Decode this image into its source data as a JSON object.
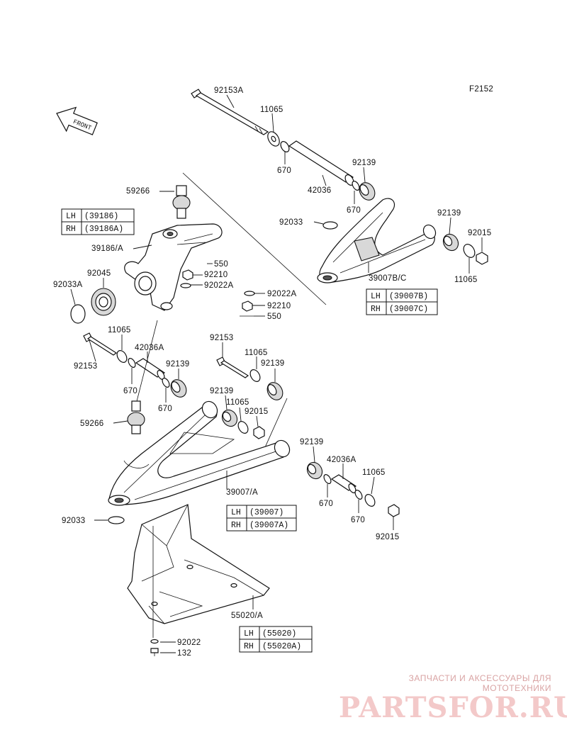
{
  "diagram_code": "F2152",
  "front_label": "FRONT",
  "labels": {
    "l_92153A": "92153A",
    "l_11065_top": "11065",
    "l_670_top": "670",
    "l_42036": "42036",
    "l_92139_top": "92139",
    "l_670_b": "670",
    "l_92139_r": "92139",
    "l_92015_top": "92015",
    "l_11065_r": "11065",
    "l_92033_top": "92033",
    "l_39007BC": "39007B/C",
    "l_59266_top": "59266",
    "l_39186A": "39186/A",
    "l_550_top": "550",
    "l_92210_top": "92210",
    "l_92022A_top": "92022A",
    "l_92045": "92045",
    "l_92033A": "92033A",
    "l_92022A_b": "92022A",
    "l_92210_b": "92210",
    "l_550_b": "550",
    "l_11065_mid": "11065",
    "l_42036A_l": "42036A",
    "l_92153_l": "92153",
    "l_92139_mid": "92139",
    "l_670_m1": "670",
    "l_670_m2": "670",
    "l_92153_c": "92153",
    "l_11065_c": "11065",
    "l_92139_c": "92139",
    "l_92139_c2": "92139",
    "l_11065_c2": "11065",
    "l_92015_c": "92015",
    "l_59266_b": "59266",
    "l_92139_r2": "92139",
    "l_42036A_r": "42036A",
    "l_11065_r2": "11065",
    "l_39007A": "39007/A",
    "l_670_r1": "670",
    "l_670_r2": "670",
    "l_92015_b": "92015",
    "l_92033_b": "92033",
    "l_55020A": "55020/A",
    "l_92022": "92022",
    "l_132": "132"
  },
  "tables": {
    "knuckle": [
      {
        "side": "LH",
        "part": "(39186)"
      },
      {
        "side": "RH",
        "part": "(39186A)"
      }
    ],
    "upper_arm": [
      {
        "side": "LH",
        "part": "(39007B)"
      },
      {
        "side": "RH",
        "part": "(39007C)"
      }
    ],
    "lower_arm": [
      {
        "side": "LH",
        "part": "(39007)"
      },
      {
        "side": "RH",
        "part": "(39007A)"
      }
    ],
    "guard": [
      {
        "side": "LH",
        "part": "(55020)"
      },
      {
        "side": "RH",
        "part": "(55020A)"
      }
    ]
  },
  "watermark": {
    "line1": "ЗАПЧАСТИ И АКСЕССУАРЫ ДЛЯ МОТОТЕХНИКИ",
    "line2": "PARTSFOR.RU"
  }
}
